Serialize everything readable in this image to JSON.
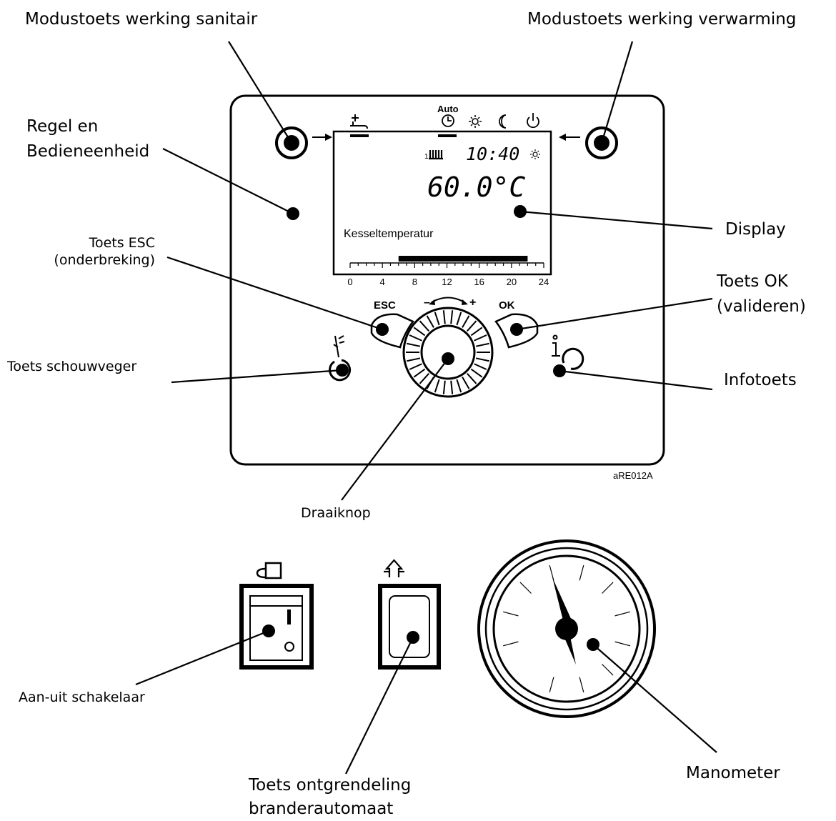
{
  "labels": {
    "mode_sanitary": "Modustoets werking sanitair",
    "mode_heating": "Modustoets werking verwarming",
    "control_unit_line1": "Regel en",
    "control_unit_line2": "Bedieneenheid",
    "display": "Display",
    "esc_line1": "Toets ESC",
    "esc_line2": "(onderbreking)",
    "ok_line1": "Toets OK",
    "ok_line2": "(valideren)",
    "chimney": "Toets schouwveger",
    "info": "Infotoets",
    "knob": "Draaiknop",
    "power_switch": "Aan-uit schakelaar",
    "reset_line1": "Toets ontgrendeling",
    "reset_line2": "branderautomaat",
    "manometer": "Manometer"
  },
  "panel": {
    "auto_label": "Auto",
    "esc_label": "ESC",
    "ok_label": "OK",
    "minus": "–",
    "plus": "+",
    "figure_code": "aRE012A"
  },
  "display": {
    "circuit_number": "1",
    "time": "10:40",
    "temperature": "60.0°C",
    "caption": "Kesseltemperatur",
    "timeline_ticks": [
      "0",
      "4",
      "8",
      "12",
      "16",
      "20",
      "24"
    ],
    "active_period": [
      6,
      22
    ]
  },
  "switch": {
    "on_mark": "I",
    "off_mark": "O"
  }
}
